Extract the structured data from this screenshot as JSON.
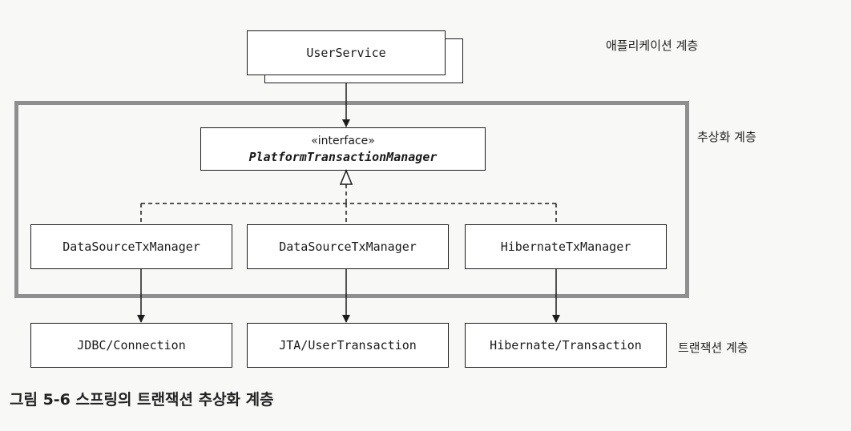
{
  "layers": {
    "application": "애플리케이션 계층",
    "abstraction": "추상화 계층",
    "transaction": "트랜잭션 계층"
  },
  "user_service": "UserService",
  "interface_box": {
    "stereotype": "«interface»",
    "name": "PlatformTransactionManager"
  },
  "implementations": [
    "DataSourceTxManager",
    "DataSourceTxManager",
    "HibernateTxManager"
  ],
  "resources": [
    "JDBC/Connection",
    "JTA/UserTransaction",
    "Hibernate/Transaction"
  ],
  "caption": "그림 5-6 스프링의 트랜잭션 추상화 계층"
}
